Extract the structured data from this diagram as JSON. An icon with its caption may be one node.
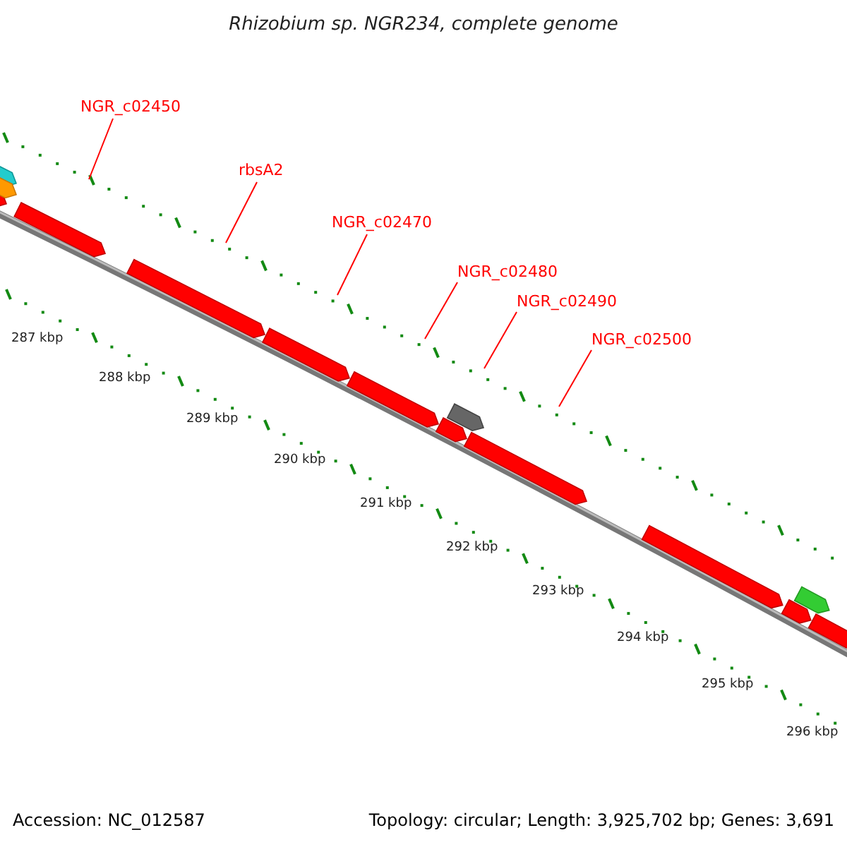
{
  "diagram": {
    "title": "Rhizobium sp. NGR234, complete genome",
    "nodes": [
      {
        "text": [
          "NGR_c02450"
        ]
      },
      {
        "text": [
          "rbsA2"
        ]
      },
      {
        "text": [
          "NGR_c02470"
        ]
      },
      {
        "text": [
          "NGR_c02480"
        ]
      },
      {
        "text": [
          "NGR_c02490"
        ]
      },
      {
        "text": [
          "NGR_c02500"
        ]
      }
    ],
    "edges": [
      {
        "from": 0,
        "to": null,
        "arrow": "none"
      },
      {
        "from": 1,
        "to": null,
        "arrow": "none"
      },
      {
        "from": 2,
        "to": null,
        "arrow": "none"
      },
      {
        "from": 3,
        "to": null,
        "arrow": "none"
      },
      {
        "from": 4,
        "to": null,
        "arrow": "none"
      },
      {
        "from": 5,
        "to": null,
        "arrow": "none"
      }
    ],
    "labels": [
      "287 kbp",
      "288 kbp",
      "289 kbp",
      "290 kbp",
      "291 kbp",
      "292 kbp",
      "293 kbp",
      "294 kbp",
      "295 kbp",
      "296 kbp",
      "Accession: NC_012587",
      "Topology: circular; Length: 3,925,702 bp; Genes: 3,691"
    ]
  }
}
